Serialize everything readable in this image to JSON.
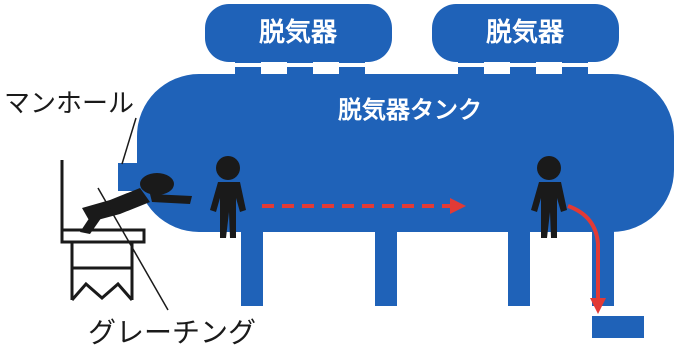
{
  "labels": {
    "deaerator_left": "脱気器",
    "deaerator_right": "脱気器",
    "tank": "脱気器タンク",
    "manhole": "マンホール",
    "grating": "グレーチング"
  },
  "colors": {
    "tank_blue": "#1f62b8",
    "arrow_red": "#e23a35",
    "figure_black": "#1a1a1a",
    "label_white": "#ffffff",
    "label_black": "#1a1a1a"
  }
}
